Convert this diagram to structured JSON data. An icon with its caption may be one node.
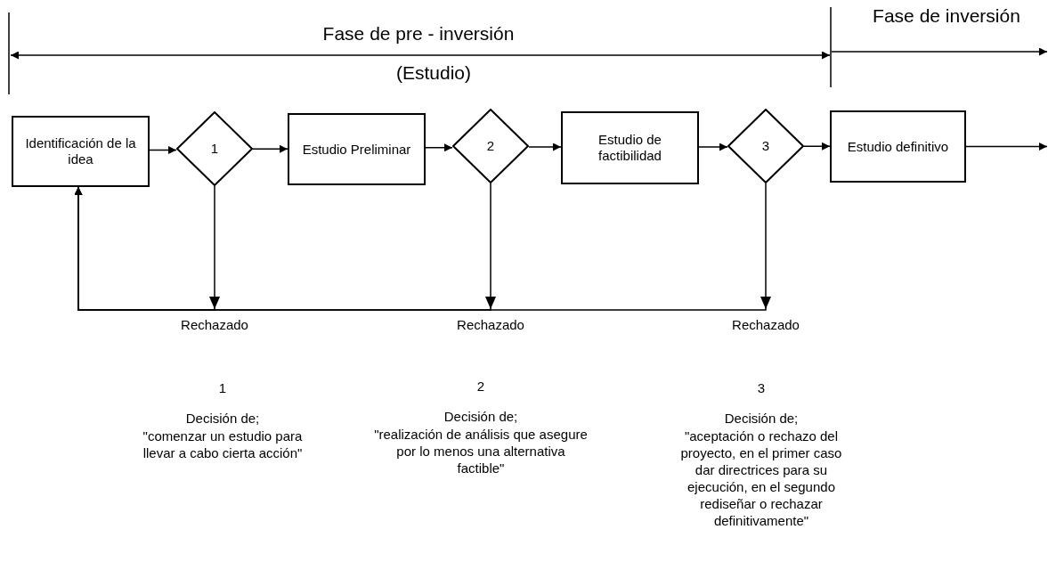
{
  "diagram": {
    "nodes": [
      {
        "text": [
          "Identificación de la idea"
        ]
      },
      {
        "text": [
          "1"
        ]
      },
      {
        "text": [
          "Estudio Preliminar"
        ]
      },
      {
        "text": [
          "2"
        ]
      },
      {
        "text": [
          "Estudio de factibilidad"
        ]
      },
      {
        "text": [
          "3"
        ]
      },
      {
        "text": [
          "Estudio definitivo"
        ]
      }
    ],
    "edges": [
      {
        "from": 0,
        "to": 1,
        "arrow": "to"
      },
      {
        "from": 1,
        "to": 2,
        "arrow": "to"
      },
      {
        "from": 2,
        "to": 3,
        "arrow": "to"
      },
      {
        "from": 3,
        "to": 4,
        "arrow": "to"
      },
      {
        "from": 4,
        "to": 5,
        "arrow": "to"
      },
      {
        "from": 5,
        "to": 6,
        "arrow": "to"
      },
      {
        "from": 6,
        "to": null,
        "arrow": "to"
      },
      {
        "from": 1,
        "to": 0,
        "arrow": "to",
        "label": "Rechazado"
      },
      {
        "from": 3,
        "to": 0,
        "arrow": "to",
        "label": "Rechazado"
      },
      {
        "from": 5,
        "to": 0,
        "arrow": "to",
        "label": "Rechazado"
      }
    ],
    "labels": [
      "Fase de pre - inversión",
      "(Estudio)",
      "Fase de inversión",
      "1",
      "Decisión de;",
      "\"comenzar un estudio para llevar a cabo cierta acción\"",
      "2",
      "Decisión de;",
      "\"realización de análisis que asegure por lo menos una alternativa factible\"",
      "3",
      "Decisión de;",
      "\"aceptación o rechazo del proyecto, en el primer caso dar directrices para su ejecución, en el segundo rediseñar o rechazar definitivamente\""
    ]
  }
}
